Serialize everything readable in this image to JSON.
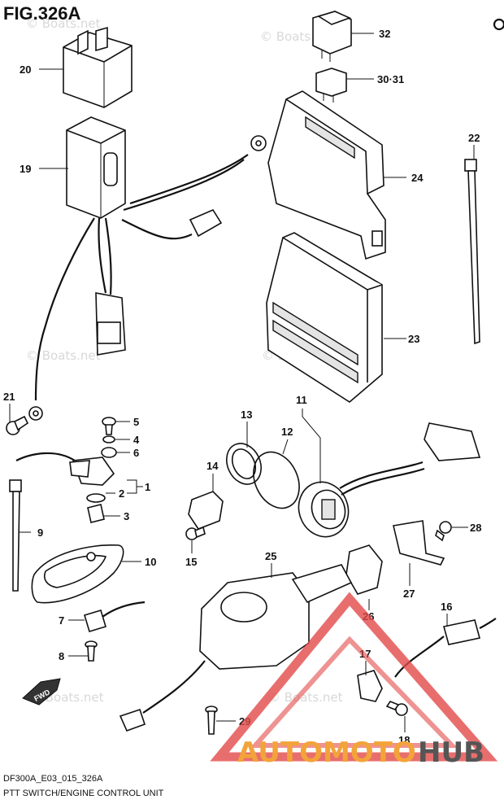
{
  "figure": {
    "title": "FIG.326A"
  },
  "watermark": {
    "text": "© Boats.net"
  },
  "footer": {
    "code": "DF300A_E03_015_326A",
    "caption": "PTT SWITCH/ENGINE CONTROL UNIT"
  },
  "logo": {
    "part_a": "AUTOMOTO",
    "part_b": "HUB",
    "color_a": "#f2a33a",
    "color_b": "#555555",
    "triangle_color": "#e24a4a"
  },
  "callouts": [
    "1",
    "2",
    "3",
    "4",
    "5",
    "6",
    "7",
    "8",
    "9",
    "10",
    "11",
    "12",
    "13",
    "14",
    "15",
    "16",
    "17",
    "18",
    "19",
    "20",
    "21",
    "22",
    "23",
    "24",
    "25",
    "26",
    "27",
    "28",
    "29",
    "30·31",
    "32"
  ]
}
